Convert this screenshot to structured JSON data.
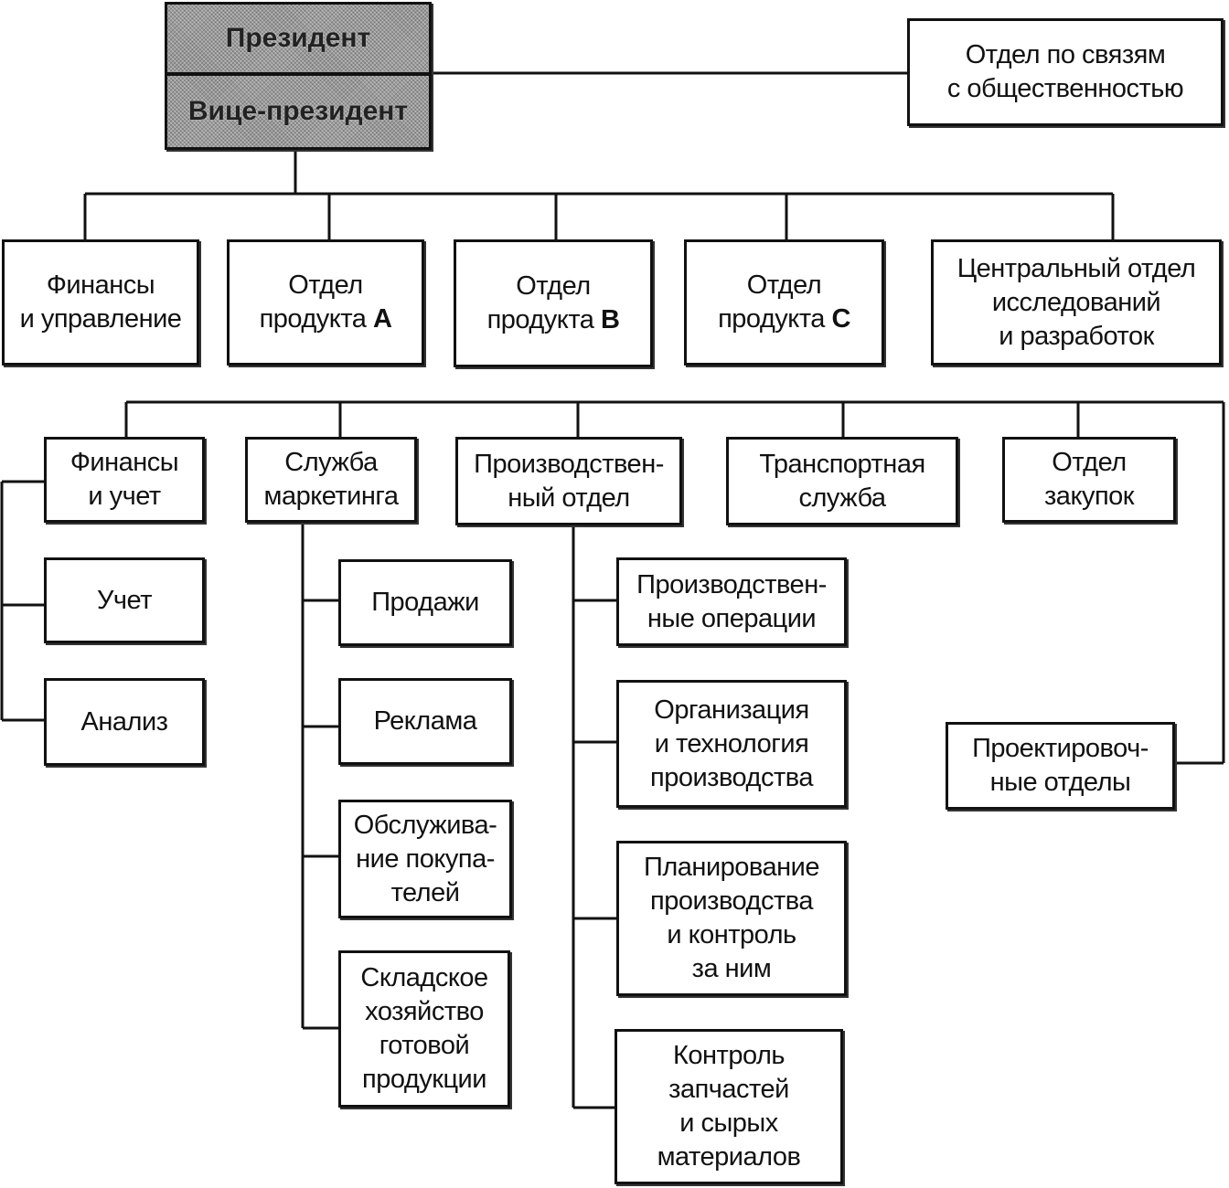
{
  "top": {
    "president": "Президент",
    "vice_president": "Вице-президент"
  },
  "nodes": [
    {
      "id": "pr",
      "lines": [
        "Отдел по связям",
        "с общественностью"
      ]
    },
    {
      "id": "fin-mgmt",
      "lines": [
        "Финансы",
        "и управление"
      ]
    },
    {
      "id": "prod-a",
      "lines": [
        "Отдел",
        "продукта |A|"
      ]
    },
    {
      "id": "prod-b",
      "lines": [
        "Отдел",
        "продукта |B|"
      ]
    },
    {
      "id": "prod-c",
      "lines": [
        "Отдел",
        "продукта |C|"
      ]
    },
    {
      "id": "rnd",
      "lines": [
        "Центральный отдел",
        "исследований",
        "и разработок"
      ]
    },
    {
      "id": "fin-acc",
      "lines": [
        "Финансы",
        "и учет"
      ]
    },
    {
      "id": "marketing",
      "lines": [
        "Служба",
        "маркетинга"
      ]
    },
    {
      "id": "production",
      "lines": [
        "Производствен-",
        "ный отдел"
      ]
    },
    {
      "id": "transport",
      "lines": [
        "Транспортная",
        "служба"
      ]
    },
    {
      "id": "purchasing",
      "lines": [
        "Отдел",
        "закупок"
      ]
    },
    {
      "id": "accounting",
      "lines": [
        "Учет"
      ]
    },
    {
      "id": "analysis",
      "lines": [
        "Анализ"
      ]
    },
    {
      "id": "sales",
      "lines": [
        "Продажи"
      ]
    },
    {
      "id": "advertising",
      "lines": [
        "Реклама"
      ]
    },
    {
      "id": "customer-service",
      "lines": [
        "Обслужива-",
        "ние покупа-",
        "телей"
      ]
    },
    {
      "id": "warehouse",
      "lines": [
        "Складское",
        "хозяйство",
        "готовой",
        "продукции"
      ]
    },
    {
      "id": "prod-ops",
      "lines": [
        "Производствен-",
        "ные операции"
      ]
    },
    {
      "id": "prod-tech",
      "lines": [
        "Организация",
        "и технология",
        "производства"
      ]
    },
    {
      "id": "prod-planning",
      "lines": [
        "Планирование",
        "производства",
        "и контроль",
        "за ним"
      ]
    },
    {
      "id": "parts-control",
      "lines": [
        "Контроль",
        "запчастей",
        "и сырых",
        "материалов"
      ]
    },
    {
      "id": "design",
      "lines": [
        "Проектировоч-",
        "ные отделы"
      ]
    }
  ]
}
